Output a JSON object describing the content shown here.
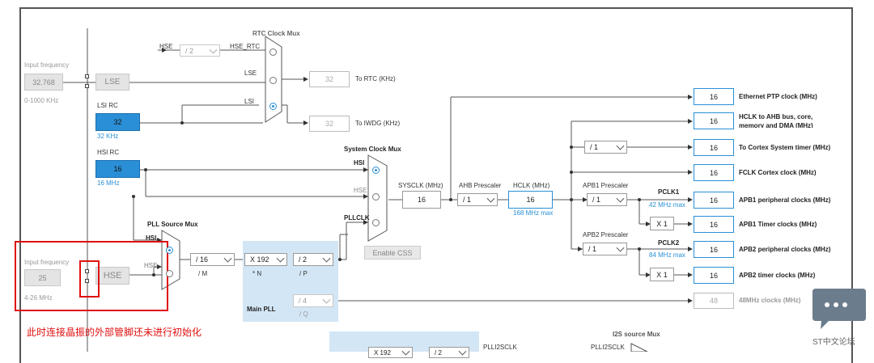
{
  "left": {
    "input_freq_label_1": "Input frequency",
    "lse_input_value": "32.768",
    "lse_range": "0-1000 KHz",
    "lse_label": "LSE",
    "lsi_title": "LSI RC",
    "lsi_value": "32",
    "lsi_unit": "32 KHz",
    "hsi_title": "HSI RC",
    "hsi_value": "16",
    "hsi_unit": "16 MHz",
    "input_freq_label_2": "Input frequency",
    "hse_input_value": "25",
    "hse_range": "4-26 MHz",
    "hse_label": "HSE"
  },
  "rtc": {
    "title": "RTC Clock Mux",
    "hse_label": "HSE",
    "div_value": "/ 2",
    "hse_rtc_label": "HSE_RTC",
    "lse_label": "LSE",
    "lsi_label": "LSI",
    "rtc_value": "32",
    "rtc_out_label": "To RTC (KHz)",
    "iwdg_value": "32",
    "iwdg_out_label": "To IWDG (KHz)"
  },
  "pll": {
    "source_title": "PLL Source Mux",
    "hsi_label": "HSI",
    "hse_label": "HSE",
    "m_value": "/ 16",
    "m_label": "/ M",
    "n_value": "X 192",
    "n_label": "* N",
    "p_value": "/ 2",
    "p_label": "/ P",
    "q_value": "/ 4",
    "q_label": "/ Q",
    "main_label": "Main PLL"
  },
  "sysmux": {
    "title": "System Clock Mux",
    "hsi_label": "HSI",
    "hse_label": "HSE",
    "pllclk_label": "PLLCLK",
    "css_button": "Enable CSS"
  },
  "sysclk": {
    "label": "SYSCLK (MHz)",
    "value": "16",
    "ahb_label": "AHB Prescaler",
    "ahb_value": "/ 1",
    "hclk_label": "HCLK (MHz)",
    "hclk_value": "16",
    "hclk_max": "168 MHz max"
  },
  "apb": {
    "apb1_label": "APB1 Prescaler",
    "apb1_value": "/ 1",
    "pclk1_label": "PCLK1",
    "pclk1_max": "42 MHz max",
    "apb1_timer_mult": "X 1",
    "apb2_label": "APB2 Prescaler",
    "apb2_value": "/ 1",
    "pclk2_label": "PCLK2",
    "pclk2_max": "84 MHz max",
    "apb2_timer_mult": "X 1",
    "cortex_div": "/ 1"
  },
  "outputs": [
    {
      "value": "16",
      "label": "Ethernet PTP clock (MHz)"
    },
    {
      "value": "16",
      "label": "HCLK to AHB bus, core,",
      "label2": "memory and DMA (MHz)"
    },
    {
      "value": "16",
      "label": "To Cortex System timer (MHz)"
    },
    {
      "value": "16",
      "label": "FCLK Cortex clock (MHz)"
    },
    {
      "value": "16",
      "label": "APB1 peripheral clocks (MHz)"
    },
    {
      "value": "16",
      "label": "APB1 Timer clocks (MHz)"
    },
    {
      "value": "16",
      "label": "APB2 peripheral clocks (MHz)"
    },
    {
      "value": "16",
      "label": "APB2 timer clocks (MHz)"
    },
    {
      "value": "48",
      "label": "48MHz clocks (MHz)"
    }
  ],
  "bottom": {
    "plli2sclk_label": "PLLI2SCLK",
    "i2s_mux_title": "I2S source Mux",
    "plli2sclk_label_2": "PLLI2SCLK",
    "n_partial": "X 192",
    "r_partial": "/ 2"
  },
  "annotation": {
    "note": "此时连接晶振的外部管脚还未进行初始化"
  },
  "watermark": {
    "forum_text": "ST中文论坛"
  }
}
